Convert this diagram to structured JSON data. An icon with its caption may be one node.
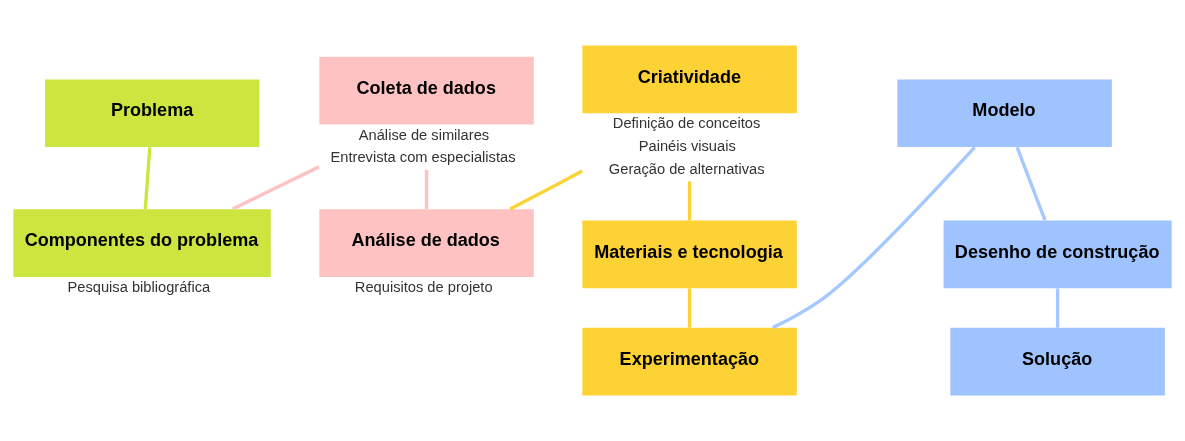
{
  "diagram": {
    "nodes": [
      {
        "text": [
          "Problema"
        ]
      },
      {
        "text": [
          "Componentes do problema"
        ],
        "beside": [
          "Pesquisa bibliográfica"
        ]
      },
      {
        "text": [
          "Coleta de dados"
        ],
        "beside": [
          "Análise de similares",
          "Entrevista com especialistas"
        ]
      },
      {
        "text": [
          "Análise de dados"
        ],
        "beside": [
          "Requisitos de projeto"
        ]
      },
      {
        "text": [
          "Criatividade"
        ],
        "beside": [
          "Definição de conceitos",
          "Painéis visuais",
          "Geração de alternativas"
        ]
      },
      {
        "text": [
          "Materiais e tecnologia"
        ]
      },
      {
        "text": [
          "Experimentação"
        ]
      },
      {
        "text": [
          "Modelo"
        ]
      },
      {
        "text": [
          "Desenho de construção"
        ]
      },
      {
        "text": [
          "Solução"
        ]
      }
    ],
    "edges": [
      {
        "from": 0,
        "to": 1,
        "arrow": "none",
        "color": "#cde53f"
      },
      {
        "from": 1,
        "to": 2,
        "arrow": "none",
        "color": "#ffc2c2"
      },
      {
        "from": 2,
        "to": 3,
        "arrow": "none",
        "color": "#ffc2c2"
      },
      {
        "from": 3,
        "to": 4,
        "arrow": "none",
        "color": "#fdd235"
      },
      {
        "from": 4,
        "to": 5,
        "arrow": "none",
        "color": "#fdd235"
      },
      {
        "from": 5,
        "to": 6,
        "arrow": "none",
        "color": "#fdd235"
      },
      {
        "from": 6,
        "to": 7,
        "arrow": "none",
        "color": "#a4c8ff"
      },
      {
        "from": 7,
        "to": 8,
        "arrow": "none",
        "color": "#a4c8ff"
      },
      {
        "from": 8,
        "to": 9,
        "arrow": "none",
        "color": "#a4c8ff"
      }
    ]
  }
}
